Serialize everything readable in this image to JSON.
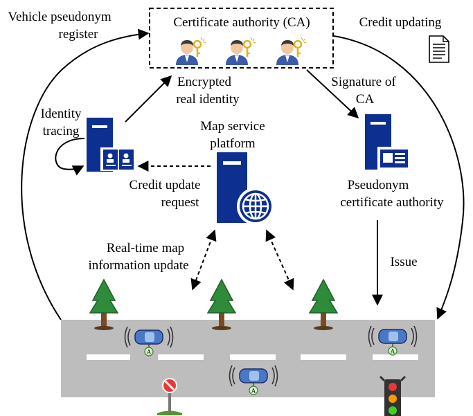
{
  "labels": {
    "vehicle_register_l1": "Vehicle pseudonym",
    "vehicle_register_l2": "register",
    "ca_title": "Certificate authority (CA)",
    "credit_updating": "Credit updating",
    "encrypted_l1": "Encrypted",
    "encrypted_l2": "real identity",
    "signature_l1": "Signature of",
    "signature_l2": "CA",
    "identity_l1": "Identity",
    "identity_l2": "tracing",
    "map_platform_l1": "Map service",
    "map_platform_l2": "platform",
    "credit_request_l1": "Credit update",
    "credit_request_l2": "request",
    "pseudo_ca_l1": "Pseudonym",
    "pseudo_ca_l2": "certificate authority",
    "realtime_l1": "Real-time map",
    "realtime_l2": "information update",
    "issue": "Issue",
    "vehicle_badge": "A"
  },
  "colors": {
    "server_blue": "#0d2f8f",
    "road_gray": "#bdbdbd",
    "tree_green": "#2e8b3a",
    "car_blue": "#4a78c4"
  }
}
